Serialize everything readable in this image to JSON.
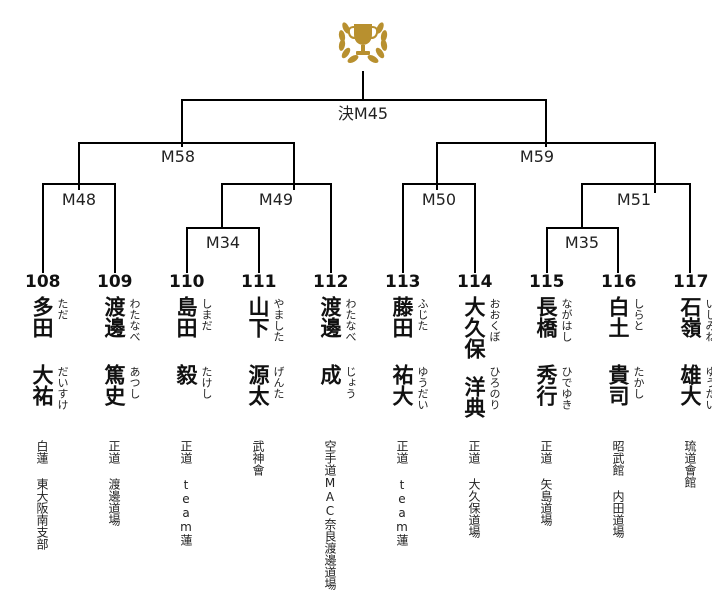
{
  "bracket": {
    "trophy_icon": "trophy-laurel-icon",
    "accent_color": "#b8902f",
    "line_color": "#000000",
    "matches": {
      "m_final": "決M45",
      "m58": "M58",
      "m59": "M59",
      "m48": "M48",
      "m49": "M49",
      "m50": "M50",
      "m51": "M51",
      "m34": "M34",
      "m35": "M35"
    }
  },
  "players": [
    {
      "number": "108",
      "family": "多田",
      "family_kana": "ただ",
      "given": "大祐",
      "given_kana": "だいすけ",
      "club": "白蓮 東大阪南支部"
    },
    {
      "number": "109",
      "family": "渡邊",
      "family_kana": "わたなべ",
      "given": "篤史",
      "given_kana": "あつし",
      "club": "正道 渡邊道場"
    },
    {
      "number": "110",
      "family": "島田",
      "family_kana": "しまだ",
      "given": "毅",
      "given_kana": "たけし",
      "club": "正道 team蓮"
    },
    {
      "number": "111",
      "family": "山下",
      "family_kana": "やました",
      "given": "源太",
      "given_kana": "げんた",
      "club": "武神會"
    },
    {
      "number": "112",
      "family": "渡邊",
      "family_kana": "わたなべ",
      "given": "成",
      "given_kana": "じょう",
      "club": "空手道MAC奈良渡邊道場"
    },
    {
      "number": "113",
      "family": "藤田",
      "family_kana": "ふじた",
      "given": "祐大",
      "given_kana": "ゆうだい",
      "club": "正道 team蓮"
    },
    {
      "number": "114",
      "family": "大久保",
      "family_kana": "おおくぼ",
      "given": "洋典",
      "given_kana": "ひろのり",
      "club": "正道 大久保道場"
    },
    {
      "number": "115",
      "family": "長橋",
      "family_kana": "ながはし",
      "given": "秀行",
      "given_kana": "ひでゆき",
      "club": "正道 矢島道場"
    },
    {
      "number": "116",
      "family": "白土",
      "family_kana": "しらと",
      "given": "貴司",
      "given_kana": "たかし",
      "club": "昭武館 内田道場"
    },
    {
      "number": "117",
      "family": "石嶺",
      "family_kana": "いしみね",
      "given": "雄大",
      "given_kana": "ゆうだい",
      "club": "琉道會館"
    }
  ]
}
